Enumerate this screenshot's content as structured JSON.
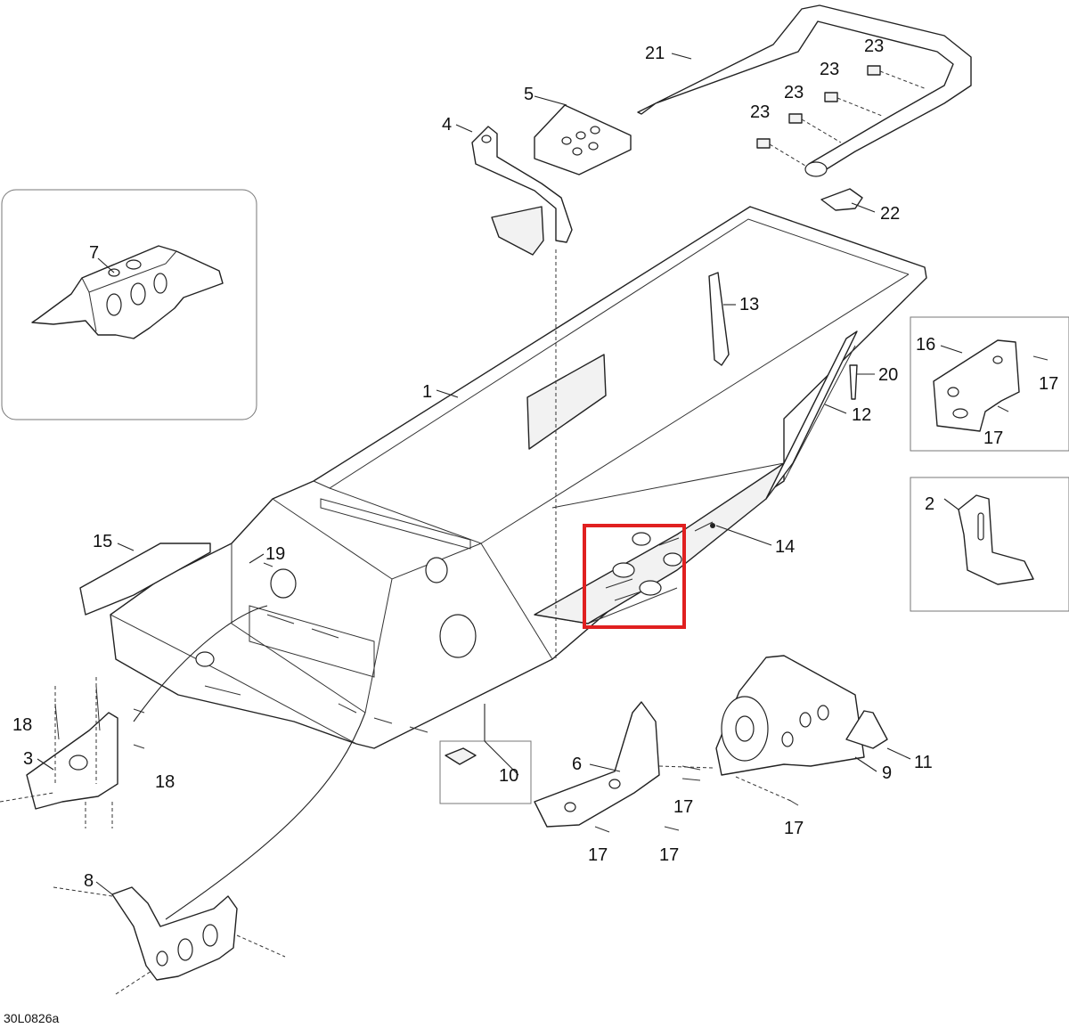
{
  "figure_code": "30L0826a",
  "callouts": {
    "c1": "1",
    "c2": "2",
    "c3": "3",
    "c4": "4",
    "c5": "5",
    "c6": "6",
    "c7": "7",
    "c8": "8",
    "c9": "9",
    "c10": "10",
    "c11": "11",
    "c12": "12",
    "c13": "13",
    "c14": "14",
    "c15": "15",
    "c16": "16",
    "c17a": "17",
    "c17b": "17",
    "c17c": "17",
    "c17d": "17",
    "c17e": "17",
    "c17f": "17",
    "c18a": "18",
    "c18b": "18",
    "c19": "19",
    "c20": "20",
    "c21": "21",
    "c22": "22",
    "c23a": "23",
    "c23b": "23",
    "c23c": "23",
    "c23d": "23"
  },
  "highlight": {
    "color": "#e02020"
  }
}
